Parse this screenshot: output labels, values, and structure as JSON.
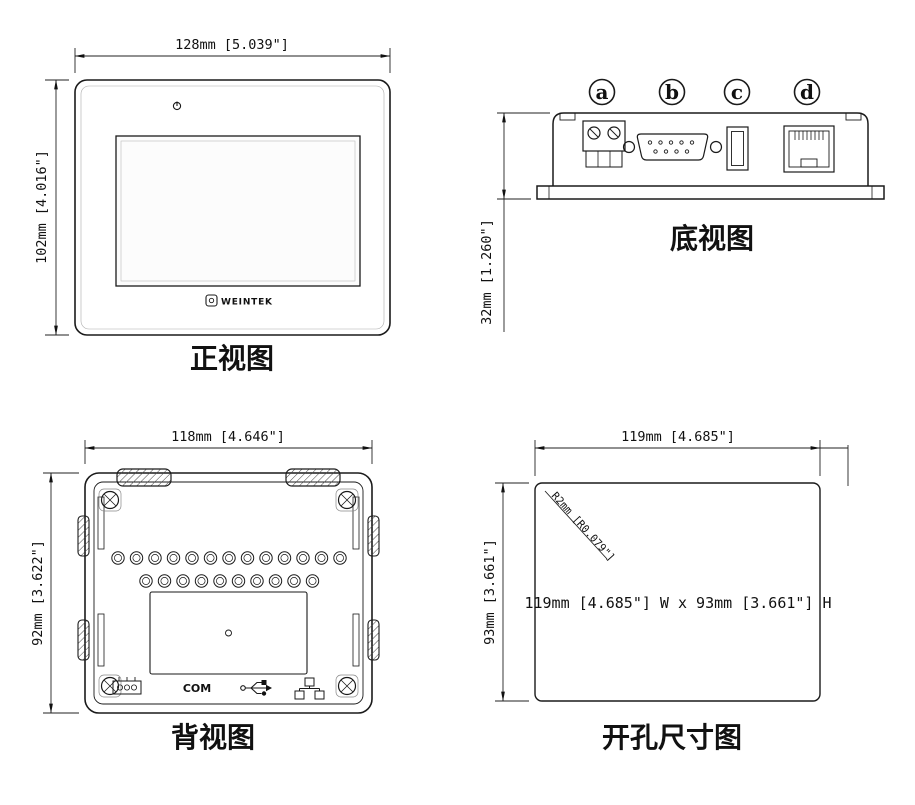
{
  "front_view": {
    "label": "正视图",
    "width_dim": "128mm [5.039\"]",
    "height_dim": "102mm [4.016\"]",
    "logo": "WEINTEK"
  },
  "bottom_view": {
    "label": "底视图",
    "height_dim": "32mm [1.260\"]",
    "ports": [
      {
        "id": "a"
      },
      {
        "id": "b"
      },
      {
        "id": "c"
      },
      {
        "id": "d"
      }
    ]
  },
  "rear_view": {
    "label": "背视图",
    "width_dim": "118mm [4.646\"]",
    "height_dim": "92mm [3.622\"]",
    "com_label": "COM"
  },
  "cutout_view": {
    "label": "开孔尺寸图",
    "width_dim": "119mm [4.685\"]",
    "height_dim": "93mm [3.661\"]",
    "radius_dim": "R2mm [R0.079\"]",
    "center_text": "119mm [4.685\"] W x 93mm [3.661\"] H"
  }
}
